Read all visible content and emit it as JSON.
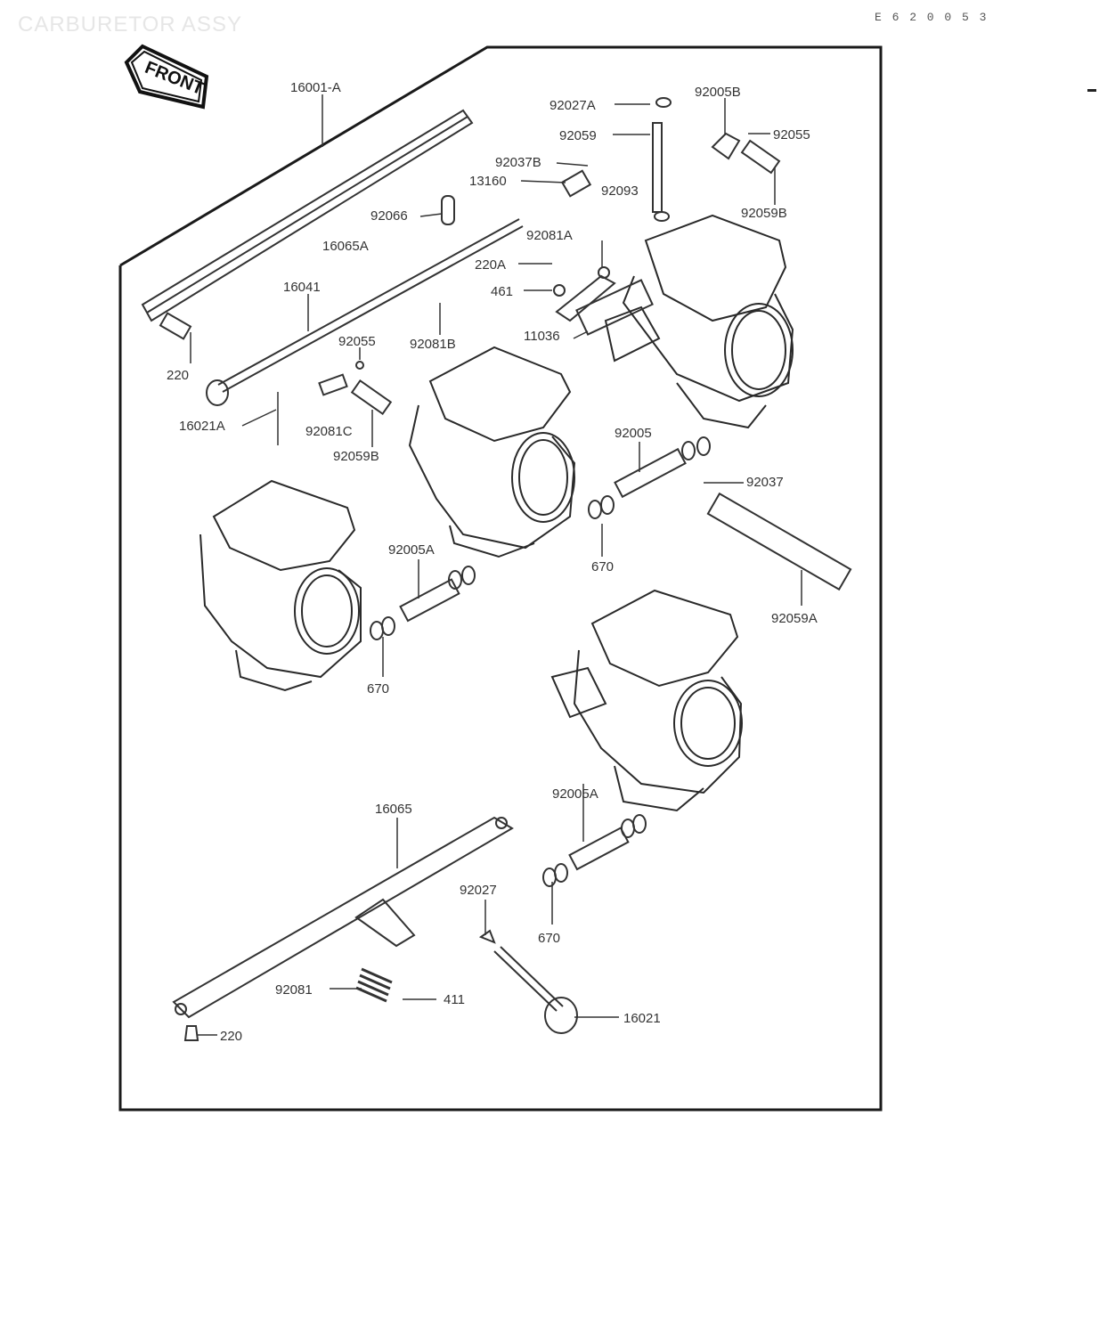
{
  "header": {
    "title": "CARBURETOR ASSY",
    "code": "E 6 2 0 0 5 3"
  },
  "front_badge": "FRONT",
  "parts": {
    "p16001A": "16001-A",
    "p92027A": "92027A",
    "p92005B": "92005B",
    "p92055_top": "92055",
    "p92059": "92059",
    "p92037B": "92037B",
    "p13160": "13160",
    "p92093": "92093",
    "p92059B": "92059B",
    "p92066": "92066",
    "p92081A": "92081A",
    "p16065A": "16065A",
    "p220A": "220A",
    "p461": "461",
    "p16041": "16041",
    "p11036": "11036",
    "p92055_mid": "92055",
    "p92081B": "92081B",
    "p220_top": "220",
    "p16021A": "16021A",
    "p92081C": "92081C",
    "p92059B_mid": "92059B",
    "p92005": "92005",
    "p92037": "92037",
    "p670_a": "670",
    "p92005A_a": "92005A",
    "p92059A": "92059A",
    "p670_b": "670",
    "p92005A_b": "92005A",
    "p16065": "16065",
    "p92027": "92027",
    "p670_c": "670",
    "p92081": "92081",
    "p411": "411",
    "p16021": "16021",
    "p220_bottom": "220"
  }
}
